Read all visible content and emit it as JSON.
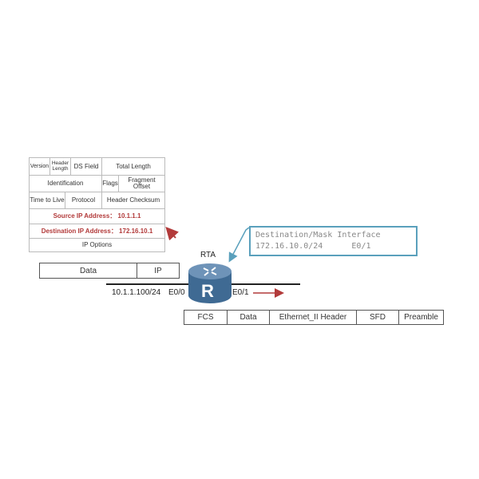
{
  "ip_header": {
    "version": "Version",
    "header_length": "Header Length",
    "ds_field": "DS Field",
    "total_length": "Total Length",
    "identification": "Identification",
    "flags": "Flags",
    "fragment_offset": "Fragment Offset",
    "ttl": "Time to Live",
    "protocol": "Protocol",
    "header_checksum": "Header Checksum",
    "source": "Source IP Address：  10.1.1.1",
    "destination": "Destination IP Address：  172.16.10.1",
    "options": "IP  Options"
  },
  "packet": {
    "data": "Data",
    "ip": "IP"
  },
  "router": {
    "name": "RTA",
    "letter": "R",
    "left_ip": "10.1.1.100/24",
    "left_if": "E0/0",
    "right_if": "E0/1"
  },
  "routing_table": {
    "header": "Destination/Mask Interface",
    "row": "172.16.10.0/24      E0/1"
  },
  "frame": [
    "FCS",
    "Data",
    "Ethernet_II Header",
    "SFD",
    "Preamble"
  ],
  "colors": {
    "red": "#b23a3a",
    "teal": "#5aa0bc",
    "router": "#3f6a93"
  }
}
